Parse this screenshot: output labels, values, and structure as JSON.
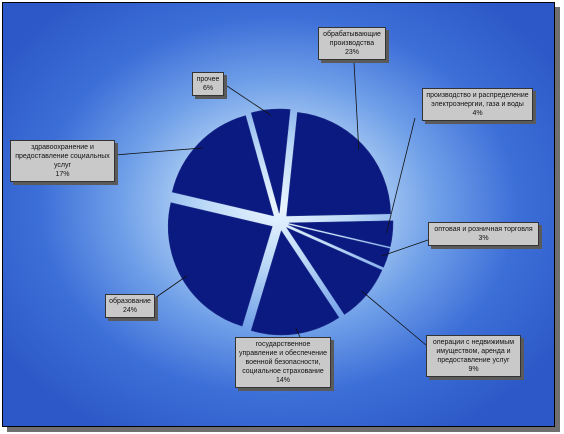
{
  "chart_data": {
    "type": "pie",
    "title": "",
    "exploded": true,
    "colors": {
      "slice": "#0b1a80",
      "leader_line": "#111111",
      "label_bg": "#c9c9c9"
    },
    "slices": [
      {
        "label": "обрабатывающие производства",
        "value": 23,
        "value_text": "23%"
      },
      {
        "label": "производство и распределение электроэнергии, газа и воды",
        "value": 4,
        "value_text": "4%"
      },
      {
        "label": "оптовая и розничная торговля",
        "value": 3,
        "value_text": "3%"
      },
      {
        "label": "операции с недвижимым имуществом, аренда и предоставление услуг",
        "value": 9,
        "value_text": "9%"
      },
      {
        "label": "государственное управление и обеспечение военной безопасности, социальное страхование",
        "value": 14,
        "value_text": "14%"
      },
      {
        "label": "образование",
        "value": 24,
        "value_text": "24%"
      },
      {
        "label": "здравоохранение и предоставление социальных услуг",
        "value": 17,
        "value_text": "17%"
      },
      {
        "label": "прочее",
        "value": 6,
        "value_text": "6%"
      }
    ]
  }
}
